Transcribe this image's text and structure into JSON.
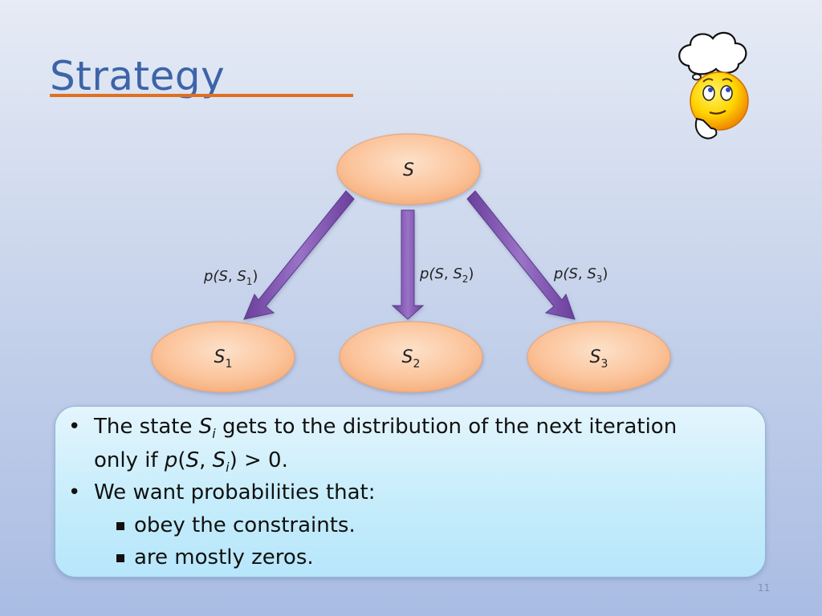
{
  "slide": {
    "title": "Strategy",
    "page_number": "11"
  },
  "diagram": {
    "nodes": {
      "root": "S",
      "s1": {
        "base": "S",
        "sub": "1"
      },
      "s2": {
        "base": "S",
        "sub": "2"
      },
      "s3": {
        "base": "S",
        "sub": "3"
      }
    },
    "edges": {
      "e1": {
        "prefix": "p(",
        "a": "S",
        "sep": ", ",
        "b": "S",
        "sub": "1",
        "suffix": ")"
      },
      "e2": {
        "prefix": "p(",
        "a": "S",
        "sep": ", ",
        "b": "S",
        "sub": "2",
        "suffix": ")"
      },
      "e3": {
        "prefix": "p(",
        "a": "S",
        "sep": ", ",
        "b": "S",
        "sub": "3",
        "suffix": ")"
      }
    }
  },
  "callout": {
    "bullet1": {
      "t1": "The state ",
      "s": "S",
      "sub": "i",
      "t2": " gets to the distribution of the next iteration",
      "line2_t1": "only if ",
      "p": "p",
      "paren_open": "(",
      "s2": "S",
      "comma": ", ",
      "s3": "S",
      "sub2": "i",
      "line2_t2": ") > 0."
    },
    "bullet2": "We want probabilities that:",
    "sub_bullets": [
      "obey the constraints.",
      "are mostly zeros."
    ]
  },
  "colors": {
    "title": "#3d64a8",
    "title_rule": "#e07020",
    "node_fill": "#fbc49e",
    "arrow": "#7a52a8"
  },
  "icons": [
    "thinking-smiley-icon",
    "thought-bubble-icon"
  ]
}
